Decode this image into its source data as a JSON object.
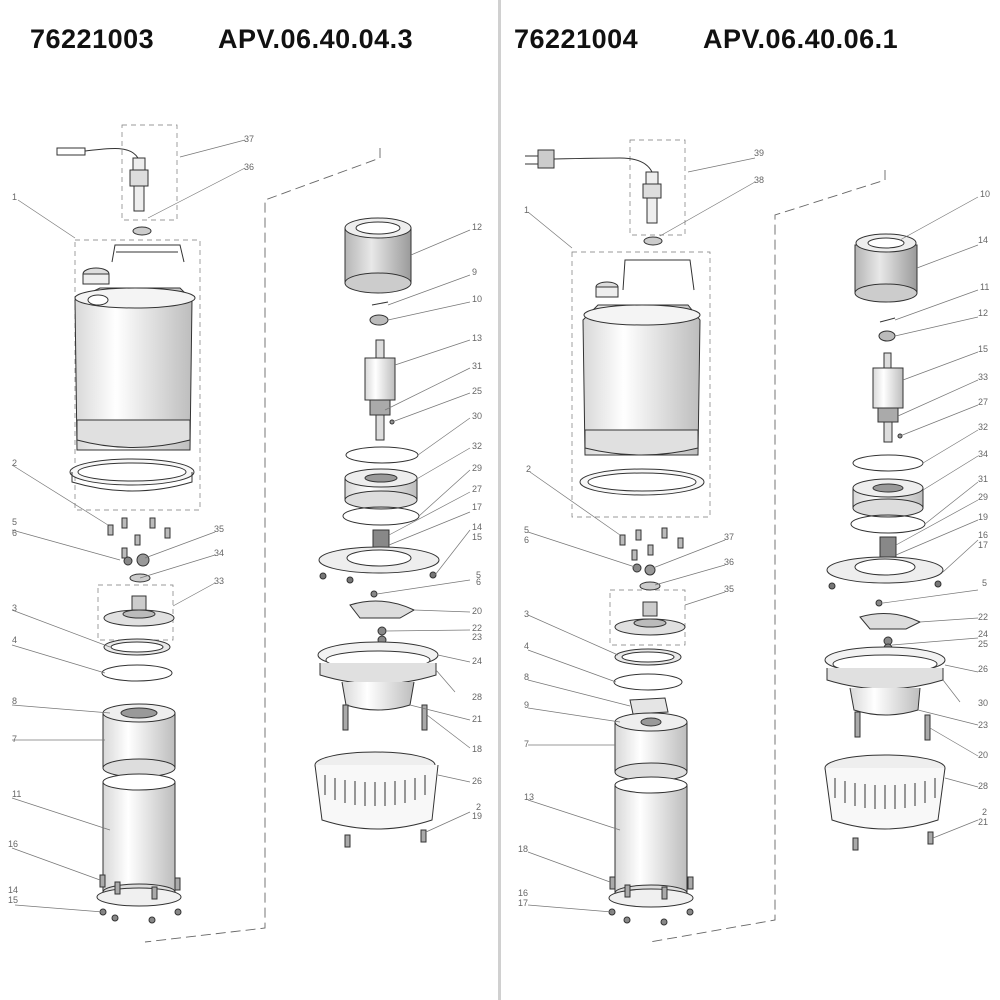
{
  "left": {
    "code": "76221003",
    "model": "APV.06.40.04.3",
    "labels": {
      "l37": "37",
      "l36": "36",
      "l1": "1",
      "l2": "2",
      "l5": "5",
      "l6": "6",
      "l35": "35",
      "l34": "34",
      "l33": "33",
      "l3": "3",
      "l4": "4",
      "l8": "8",
      "l7": "7",
      "l11": "11",
      "l16": "16",
      "l14": "14",
      "l15": "15",
      "l12": "12",
      "l9": "9",
      "l10": "10",
      "l13": "13",
      "l31": "31",
      "l25": "25",
      "l30": "30",
      "l32": "32",
      "l29": "29",
      "l27": "27",
      "l17": "17",
      "l14b": "14",
      "l15b": "15",
      "l5b": "5",
      "l6b": "6",
      "l20": "20",
      "l22": "22",
      "l23": "23",
      "l24": "24",
      "l28": "28",
      "l21": "21",
      "l18": "18",
      "l26": "26",
      "l2b": "2",
      "l19": "19"
    }
  },
  "right": {
    "code": "76221004",
    "model": "APV.06.40.06.1",
    "labels": {
      "r39": "39",
      "r38": "38",
      "r1": "1",
      "r2": "2",
      "r5": "5",
      "r6": "6",
      "r37": "37",
      "r36": "36",
      "r35": "35",
      "r3": "3",
      "r4": "4",
      "r8": "8",
      "r9": "9",
      "r7": "7",
      "r13": "13",
      "r18": "18",
      "r16": "16",
      "r17": "17",
      "r10": "10",
      "r14": "14",
      "r11": "11",
      "r12": "12",
      "r15": "15",
      "r33": "33",
      "r27": "27",
      "r32": "32",
      "r34": "34",
      "r31": "31",
      "r29": "29",
      "r19": "19",
      "r16b": "16",
      "r17b": "17",
      "r5b": "5",
      "r22": "22",
      "r24": "24",
      "r25": "25",
      "r26": "26",
      "r30": "30",
      "r23": "23",
      "r20": "20",
      "r28": "28",
      "r2b": "2",
      "r21": "21"
    }
  },
  "colors": {
    "line": "#333333",
    "label": "#666666",
    "divider": "#d0d0d0",
    "shade": "#dcdcdc",
    "light": "#f2f2f2",
    "dark": "#9a9a9a"
  }
}
